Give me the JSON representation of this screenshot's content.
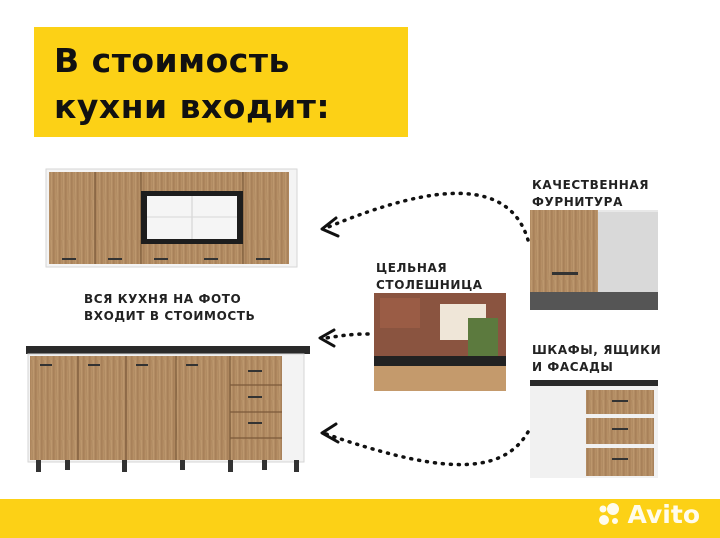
{
  "banner": {
    "line1": "В стоимость",
    "line2": "кухни входит:"
  },
  "captions": {
    "all_kitchen_1": "ВСЯ КУХНЯ НА ФОТО",
    "all_kitchen_2": "ВХОДИТ В СТОИМОСТЬ",
    "hardware_1": "КАЧЕСТВЕННАЯ",
    "hardware_2": "ФУРНИТУРА",
    "countertop_1": "ЦЕЛЬНАЯ",
    "countertop_2": "СТОЛЕШНИЦА",
    "cabinets_1": "ШКАФЫ, ЯЩИКИ",
    "cabinets_2": "И ФАСАДЫ"
  },
  "watermark": {
    "brand": "Avito"
  },
  "colors": {
    "accent_yellow": "#fcd116",
    "wood": "#b38c62",
    "worktop": "#2a2a2a",
    "cabinet_white": "#f2f2f2"
  }
}
